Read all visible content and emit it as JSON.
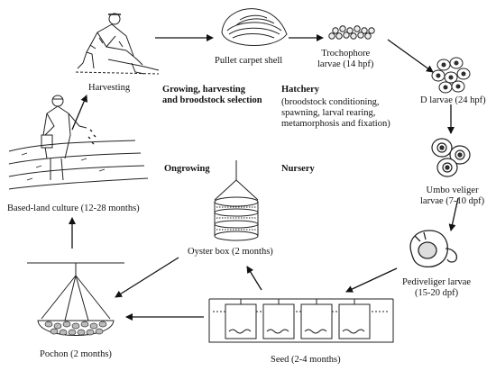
{
  "stages": {
    "harvesting": "Harvesting",
    "pullet": "Pullet carpet shell",
    "trochophore": [
      "Trochophore",
      "larvae (14 hpf)"
    ],
    "d_larvae": "D larvae (24 hpf)",
    "umbo": [
      "Umbo veliger",
      "larvae (7-10 dpf)"
    ],
    "pediveliger": [
      "Pediveliger larvae",
      "(15-20 dpf)"
    ],
    "seed": "Seed (2-4 months)",
    "oyster_box": "Oyster box (2 months)",
    "pochon": "Pochon (2 months)",
    "based_land": "Based-land culture (12-28 months)"
  },
  "phases": {
    "growing": [
      "Growing, harvesting",
      "and broodstock selection"
    ],
    "hatchery_title": "Hatchery",
    "hatchery_desc": [
      "(broodstock conditioning,",
      "spawning, larval rearing,",
      "metamorphosis and fixation)"
    ],
    "ongrowing": "Ongrowing",
    "nursery": "Nursery"
  }
}
